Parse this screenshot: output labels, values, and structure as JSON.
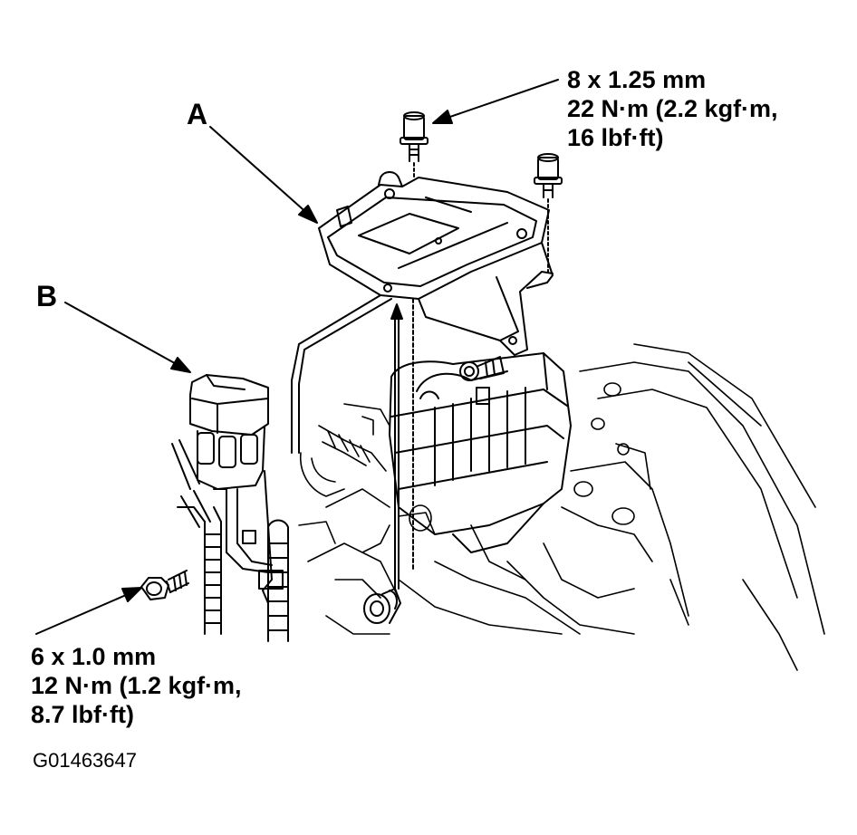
{
  "callouts": {
    "a": "A",
    "b": "B"
  },
  "bolt_top": {
    "size": "8 x 1.25 mm",
    "torque_nm": "22 N·m (2.2 kgf·m,",
    "torque_lbf": "16 lbf·ft)"
  },
  "bolt_bottom": {
    "size": "6 x 1.0 mm",
    "torque_nm": "12 N·m (1.2 kgf·m,",
    "torque_lbf": "8.7 lbf·ft)"
  },
  "figure_id": "G01463647",
  "colors": {
    "ink": "#000000",
    "paper": "#ffffff"
  }
}
